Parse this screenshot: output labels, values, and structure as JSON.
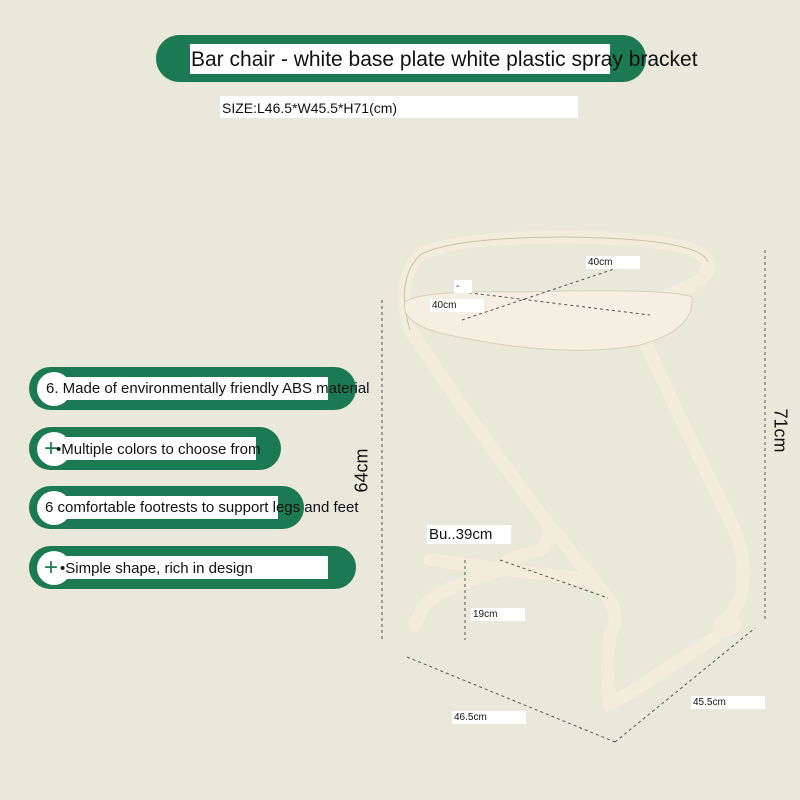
{
  "title": "Bar chair - white base plate   white plastic spray bracket",
  "size": "SIZE:L46.5*W45.5*H71(cm)",
  "features": [
    "6. Made of environmentally friendly ABS material",
    "•Multiple colors to choose from",
    "6 comfortable footrests to support legs and feet",
    "•Simple shape, rich in design"
  ],
  "dimensions": {
    "seat_depth": "40cm",
    "seat_width": "40cm",
    "seat_height": "64cm",
    "total_height": "71cm",
    "footrest_width": "Bu..39cm",
    "footrest_height": "19cm",
    "length": "46.5cm",
    "width": "45.5cm",
    "dash": "-"
  },
  "colors": {
    "accent": "#1b7a52",
    "background": "#e9e8da",
    "chair": "#f2ecdc"
  }
}
